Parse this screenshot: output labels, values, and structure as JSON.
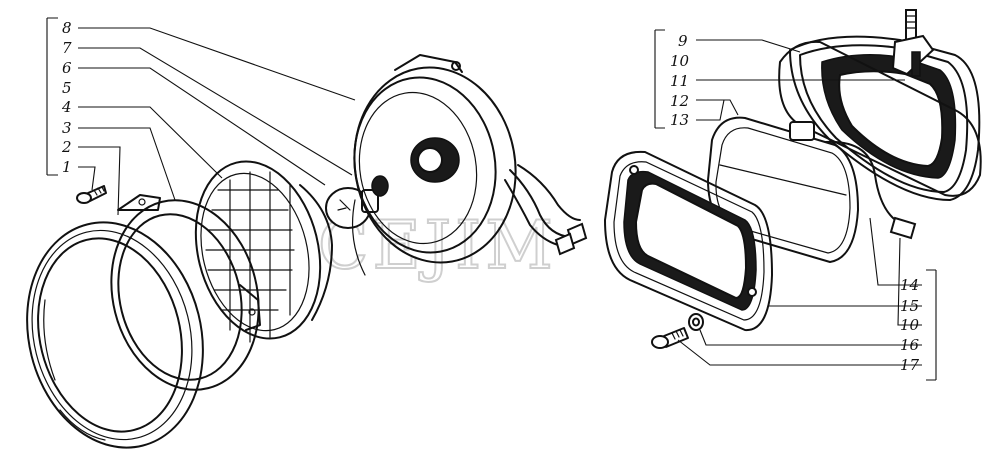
{
  "watermark": "CEJIM",
  "labels": {
    "l1": "1",
    "l2": "2",
    "l3": "3",
    "l4": "4",
    "l5": "5",
    "l6": "6",
    "l7": "7",
    "l8": "8",
    "l9": "9",
    "l10a": "10",
    "l11": "11",
    "l12": "12",
    "l13": "13",
    "l14": "14",
    "l15": "15",
    "l10b": "10",
    "l16": "16",
    "l17": "17"
  }
}
